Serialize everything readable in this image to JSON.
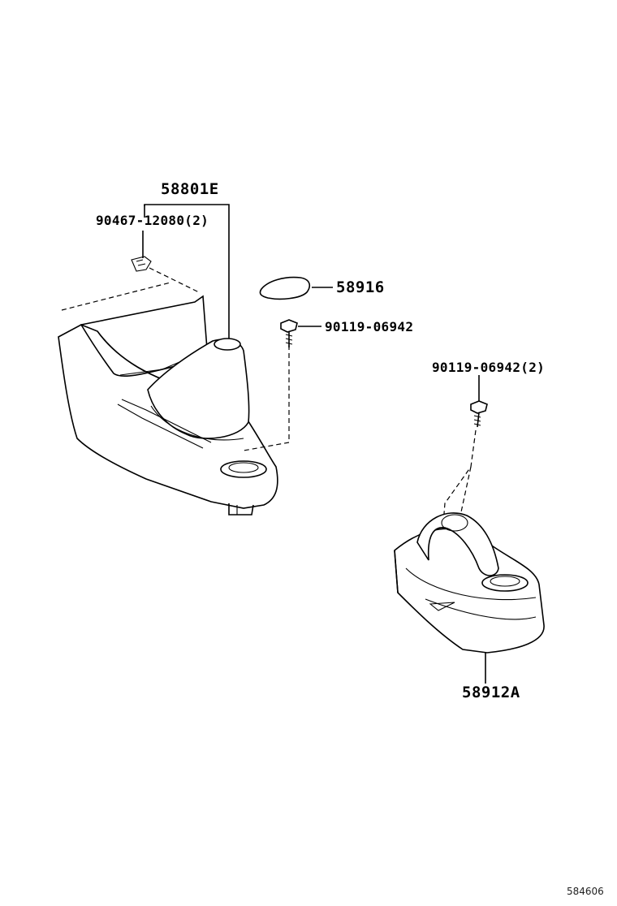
{
  "diagram": {
    "labels": {
      "console_assembly": "58801E",
      "clip_part": "90467-12080(2)",
      "cap_part": "58916",
      "screw_left": "90119-06942",
      "screw_right": "90119-06942(2)",
      "shift_housing": "58912A",
      "figure_number": "584606"
    }
  }
}
